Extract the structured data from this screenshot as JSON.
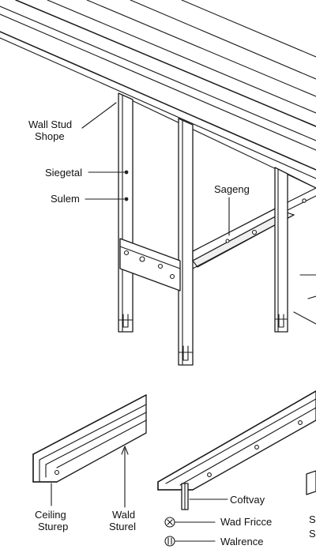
{
  "labels": {
    "wall_stud_line1": "Wall Stud",
    "wall_stud_line2": "Shope",
    "siegetal": "Siegetal",
    "sulem": "Sulem",
    "sageng": "Sageng",
    "ceiling_line1": "Ceiling",
    "ceiling_line2": "Sturep",
    "wald_line1": "Wald",
    "wald_line2": "Sturel",
    "coftvay": "Coftvay",
    "wad_fricce": "Wad Fricce",
    "walrence": "Walrence",
    "edge_s1": "S",
    "edge_s2": "S"
  },
  "colors": {
    "line": "#1a1a1a",
    "text": "#111111",
    "background": "#ffffff",
    "shade": "#efefef"
  }
}
